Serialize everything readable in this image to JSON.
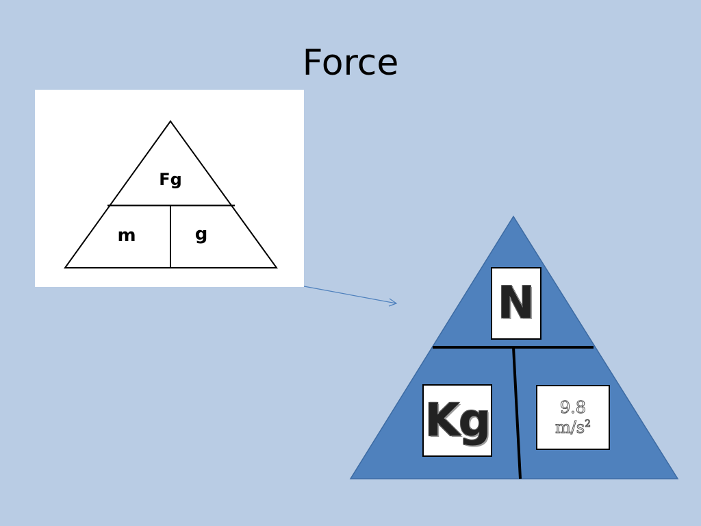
{
  "title": "Force",
  "formula_triangle": {
    "top_label": "Fg",
    "bottom_left_label": "m",
    "bottom_right_label": "g"
  },
  "units_triangle": {
    "top_unit": "N",
    "bottom_left_unit": "Kg",
    "bottom_right_value": "9.8",
    "bottom_right_unit": "m/s",
    "bottom_right_exponent": "2"
  },
  "colors": {
    "background": "#b9cce4",
    "units_triangle_fill": "#4f81bd",
    "arrow": "#4f81bd"
  }
}
